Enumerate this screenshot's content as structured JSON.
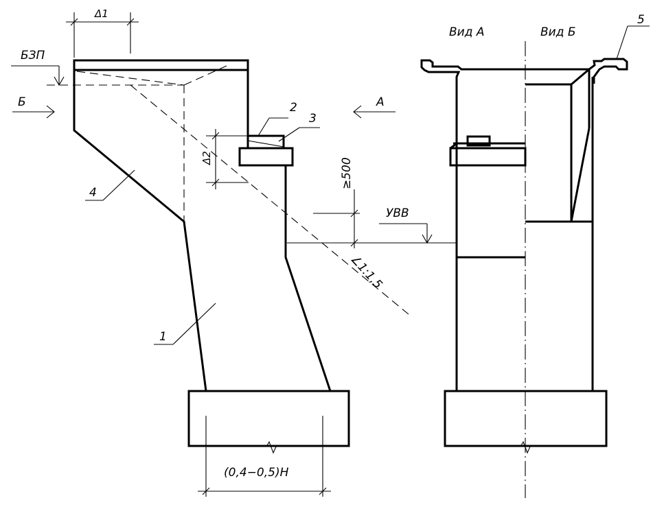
{
  "labels": {
    "view_a": "Вид А",
    "view_b": "Вид Б",
    "bzp": "БЗП",
    "arrow_b": "Б",
    "arrow_a": "А",
    "uvv": "УВВ",
    "delta1": "Δ1",
    "delta2": "Δ2",
    "min_height": "≥500",
    "slope": "∠1:1,5",
    "base_width": "(0,4−0,5)Н",
    "callout_1": "1",
    "callout_2": "2",
    "callout_3": "3",
    "callout_4": "4",
    "callout_5": "5"
  }
}
